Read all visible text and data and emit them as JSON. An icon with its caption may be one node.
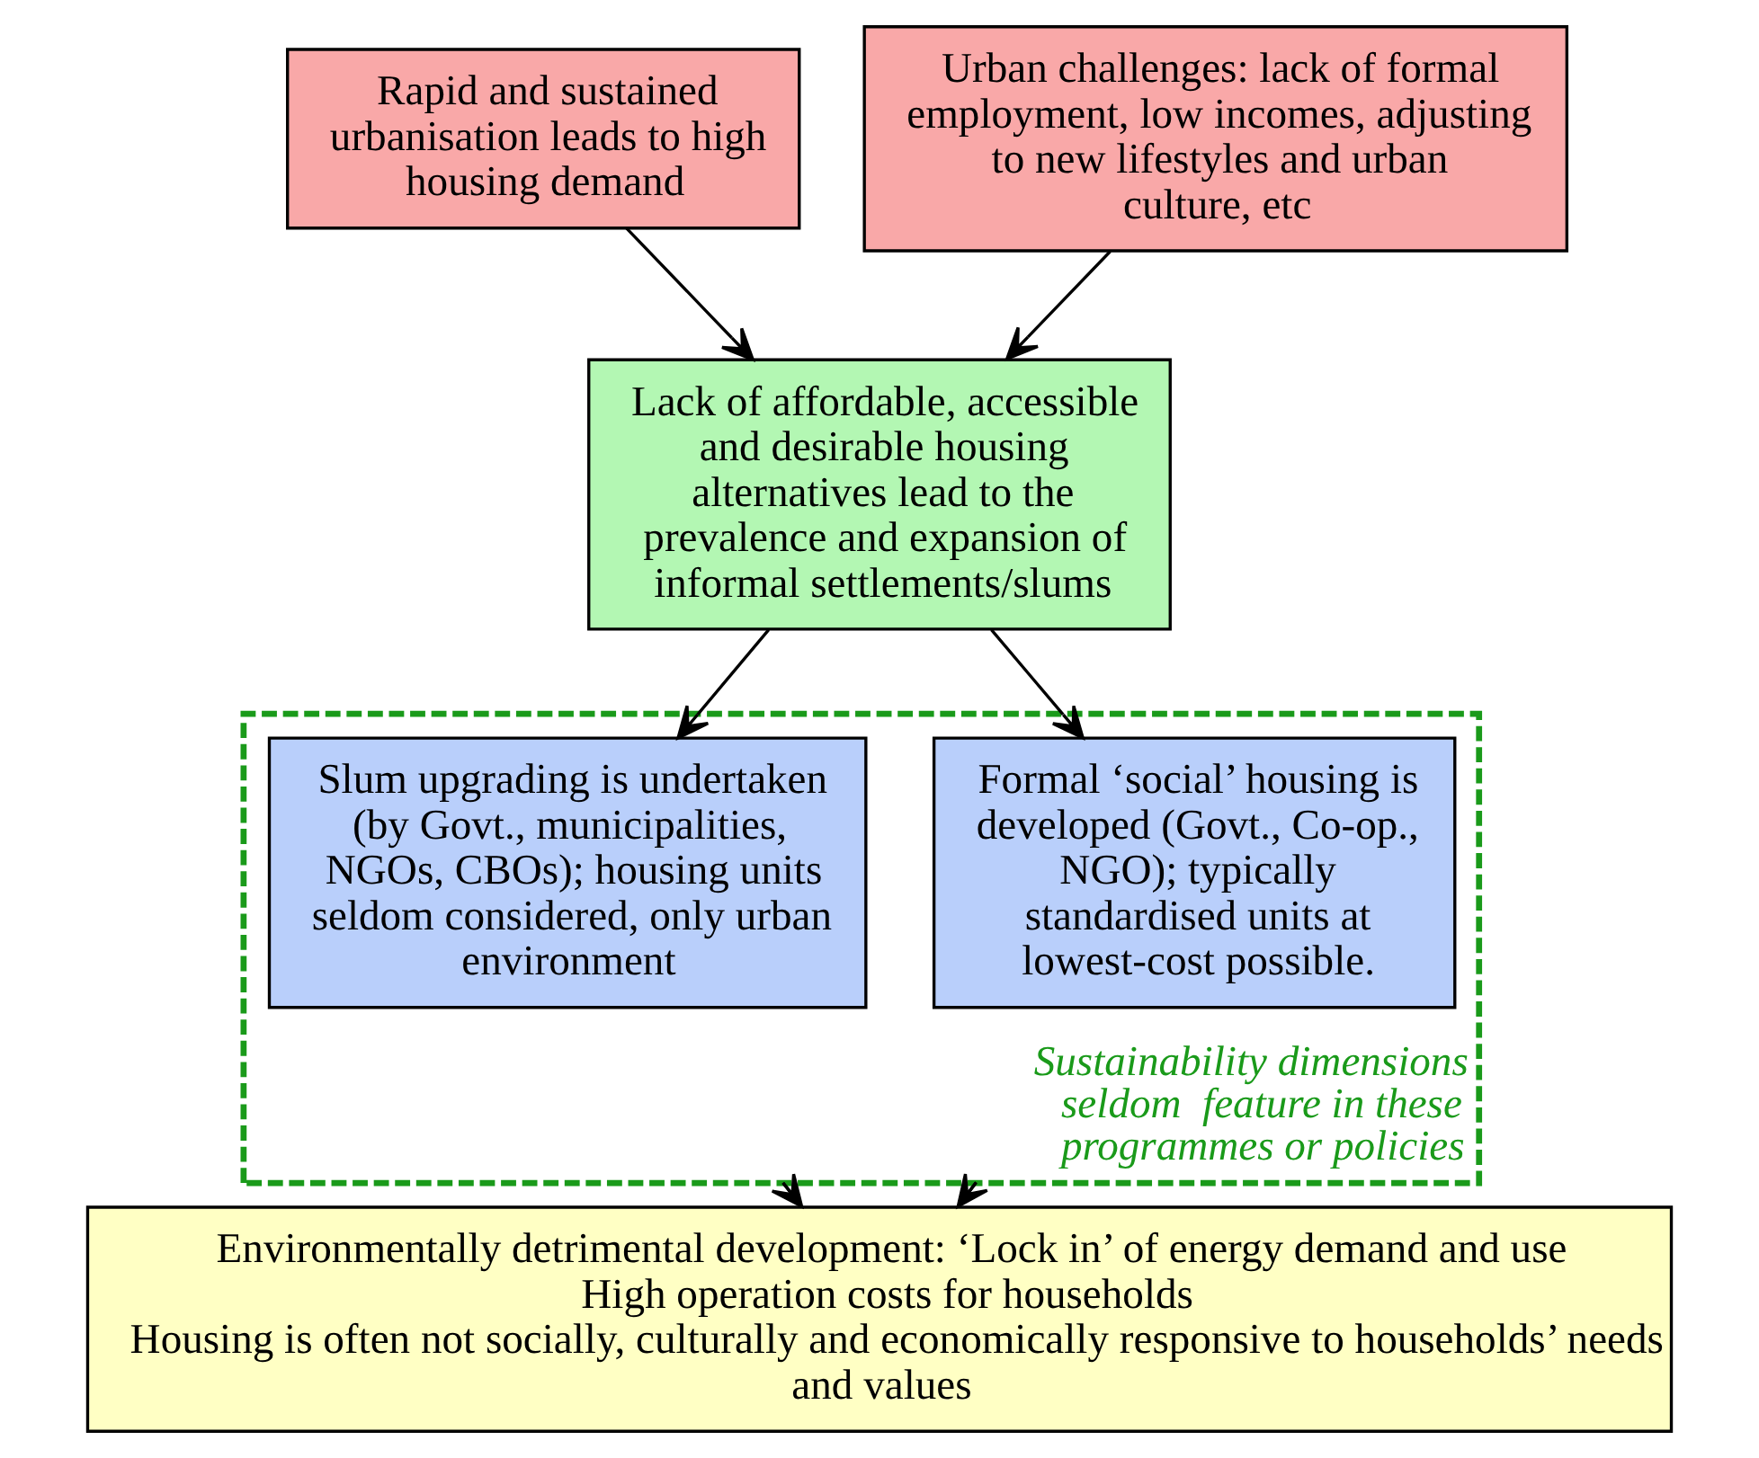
{
  "diagram": {
    "nodes": [
      {
        "text": [
          "Rapid and sustained urbanisation leads to high housing demand"
        ]
      },
      {
        "text": [
          "Urban challenges: lack of formal employment, low incomes, adjusting to new lifestyles and urban culture, etc"
        ]
      },
      {
        "text": [
          "Lack of affordable, accessible and desirable housing alternatives lead to the prevalence and expansion of informal settlements/slums"
        ]
      },
      {
        "text": [
          "Sustainability dimensions seldom  feature in these programmes or policies"
        ]
      },
      {
        "text": [
          "Formal ‘social’ housing is developed (Govt., Co-op., NGO); typically standardised units at lowest-cost possible."
        ],
        "in": 3
      },
      {
        "text": [
          "Slum upgrading is undertaken (by Govt., municipalities, NGOs, CBOs); housing units seldom considered, only urban environment"
        ],
        "in": 3
      },
      {
        "text": [
          "Environmentally detrimental development: ‘Lock in’ of energy demand and use",
          "High operation costs for households",
          "Housing is often not socially, culturally and economically responsive to households’ needs and values"
        ]
      }
    ],
    "edges": [
      {
        "from": 0,
        "to": 2,
        "arrow": "to"
      },
      {
        "from": 1,
        "to": 2,
        "arrow": "to"
      },
      {
        "from": 2,
        "to": 4,
        "arrow": "to"
      },
      {
        "from": 2,
        "to": 5,
        "arrow": "to"
      },
      {
        "from": 3,
        "to": 6,
        "arrow": "to"
      },
      {
        "from": 3,
        "to": 6,
        "arrow": "to"
      }
    ]
  }
}
